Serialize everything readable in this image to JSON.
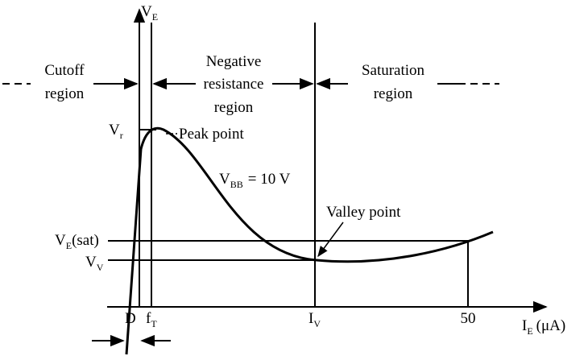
{
  "axes": {
    "y_label_main": "V",
    "y_label_sub": "E",
    "x_label_main": "I",
    "x_label_sub": "E",
    "x_label_unit": "(μA)"
  },
  "regions": {
    "cutoff_line1": "Cutoff",
    "cutoff_line2": "region",
    "negative_line1": "Negative",
    "negative_line2": "resistance",
    "negative_line3": "region",
    "saturation_line1": "Saturation",
    "saturation_line2": "region"
  },
  "points": {
    "peak": "Peak point",
    "valley": "Valley point"
  },
  "curve_label": {
    "main": "V",
    "sub": "BB",
    "rest": "= 10 V"
  },
  "y_ticks": {
    "vp_main": "V",
    "vp_sub": "r",
    "vesat_main": "V",
    "vesat_sub": "E",
    "vesat_rest": "(sat)",
    "vv_main": "V",
    "vv_sub": "V"
  },
  "x_ticks": {
    "d": "D",
    "ft_main": "f",
    "ft_sub": "T",
    "iv_main": "I",
    "iv_sub": "V",
    "fifty": "50"
  }
}
